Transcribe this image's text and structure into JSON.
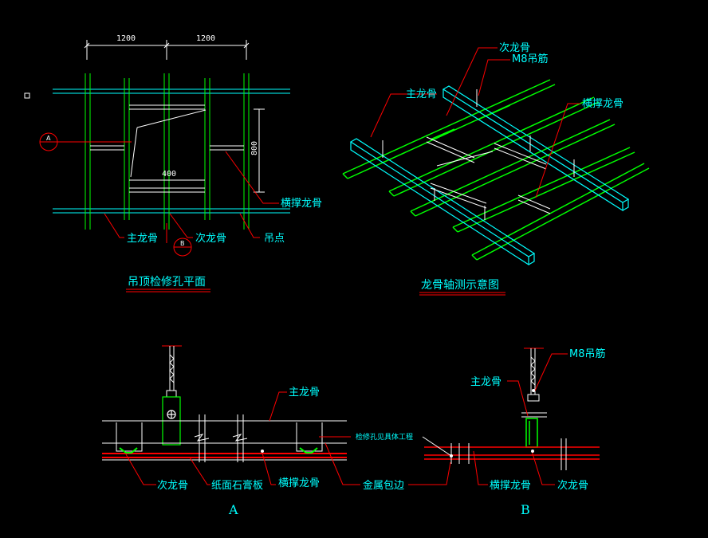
{
  "plan": {
    "dim_top_left": "1200",
    "dim_top_right": "1200",
    "dim_side": "800",
    "dim_mid": "400",
    "bubble_a": "A",
    "bubble_b": "B",
    "label_main_keel": "主龙骨",
    "label_secondary_keel": "次龙骨",
    "label_brace_keel": "横撑龙骨",
    "label_hanging_point": "吊点",
    "title": "吊顶检修孔平面"
  },
  "iso": {
    "label_secondary_keel": "次龙骨",
    "label_rod": "M8吊筋",
    "label_main_keel": "主龙骨",
    "label_brace_keel": "横撑龙骨",
    "title": "龙骨轴测示意图"
  },
  "section_a": {
    "label_main_keel": "主龙骨",
    "label_secondary_keel": "次龙骨",
    "label_gypsum_board": "纸面石膏板",
    "label_brace_keel": "横撑龙骨",
    "label_metal_edge": "金属包边",
    "note": "检修孔见具体工程",
    "caption": "A"
  },
  "section_b": {
    "label_rod": "M8吊筋",
    "label_main_keel": "主龙骨",
    "label_brace_keel": "横撑龙骨",
    "label_secondary_keel": "次龙骨",
    "caption": "B"
  },
  "colors": {
    "background": "#000000",
    "text": "#00ffff",
    "main_keel": "#00ffff",
    "secondary_keel": "#00ff00",
    "leader": "#ff0000",
    "dimension": "#ffffff"
  }
}
